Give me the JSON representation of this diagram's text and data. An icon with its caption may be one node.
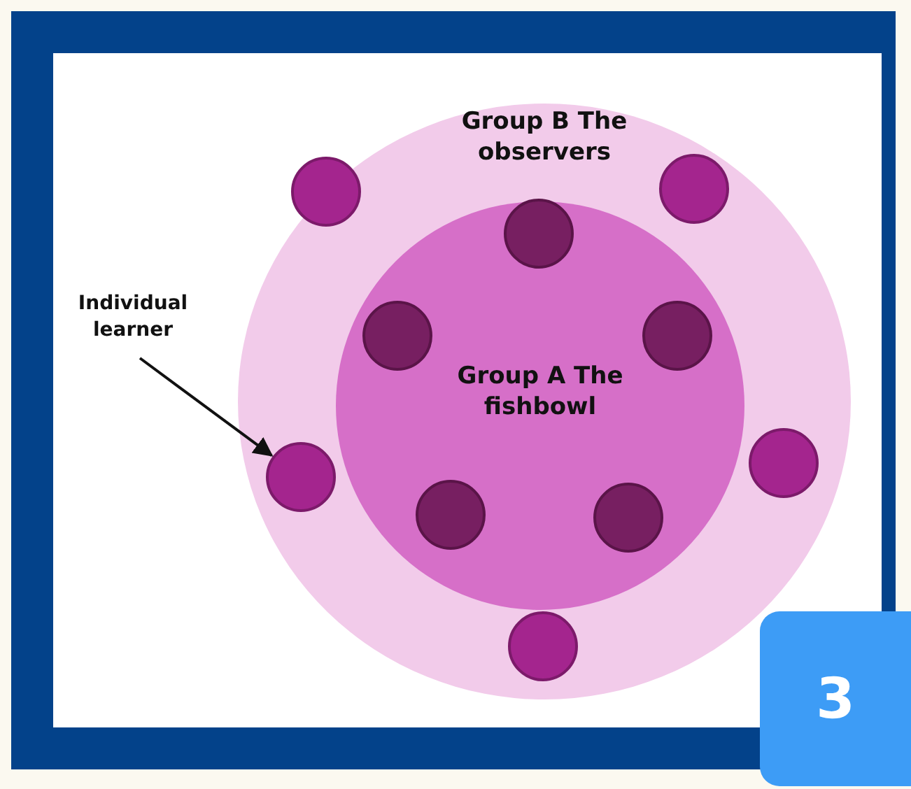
{
  "diagram": {
    "nodes": [
      {
        "text": [
          "Group B The observers"
        ]
      },
      {
        "text": [],
        "shape": "circle",
        "in": 0
      },
      {
        "text": [],
        "shape": "circle",
        "in": 0
      },
      {
        "text": [
          "Group A The fishbowl"
        ],
        "in": 0
      },
      {
        "text": [],
        "shape": "circle",
        "in": 3
      },
      {
        "text": [],
        "shape": "circle",
        "in": 3
      },
      {
        "text": [],
        "shape": "circle",
        "in": 3
      },
      {
        "text": [
          "Individual learner"
        ]
      },
      {
        "text": [],
        "shape": "circle",
        "in": 0
      },
      {
        "text": [],
        "shape": "circle",
        "in": 0
      },
      {
        "text": [],
        "shape": "circle",
        "in": 3
      },
      {
        "text": [],
        "shape": "circle",
        "in": 3
      },
      {
        "text": [],
        "shape": "circle",
        "in": 0
      }
    ],
    "edges": [
      {
        "from": 7,
        "to": 8,
        "arrow": "to"
      }
    ],
    "labels": [
      "3"
    ]
  }
}
